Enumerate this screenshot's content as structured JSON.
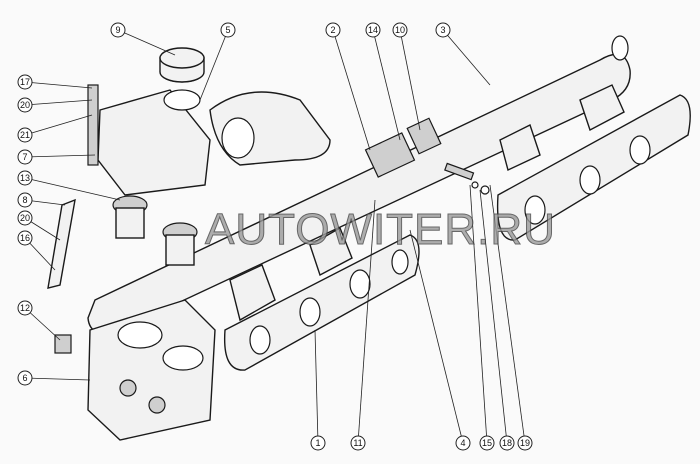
{
  "diagram": {
    "title": "Intake/exhaust manifold with thermostat housing assembly",
    "callouts": [
      "9",
      "5",
      "2",
      "14",
      "10",
      "3",
      "17",
      "20",
      "21",
      "7",
      "13",
      "8",
      "20",
      "16",
      "12",
      "6",
      "1",
      "11",
      "4",
      "15",
      "18",
      "19"
    ],
    "watermark": "AUTOWITER.RU"
  }
}
